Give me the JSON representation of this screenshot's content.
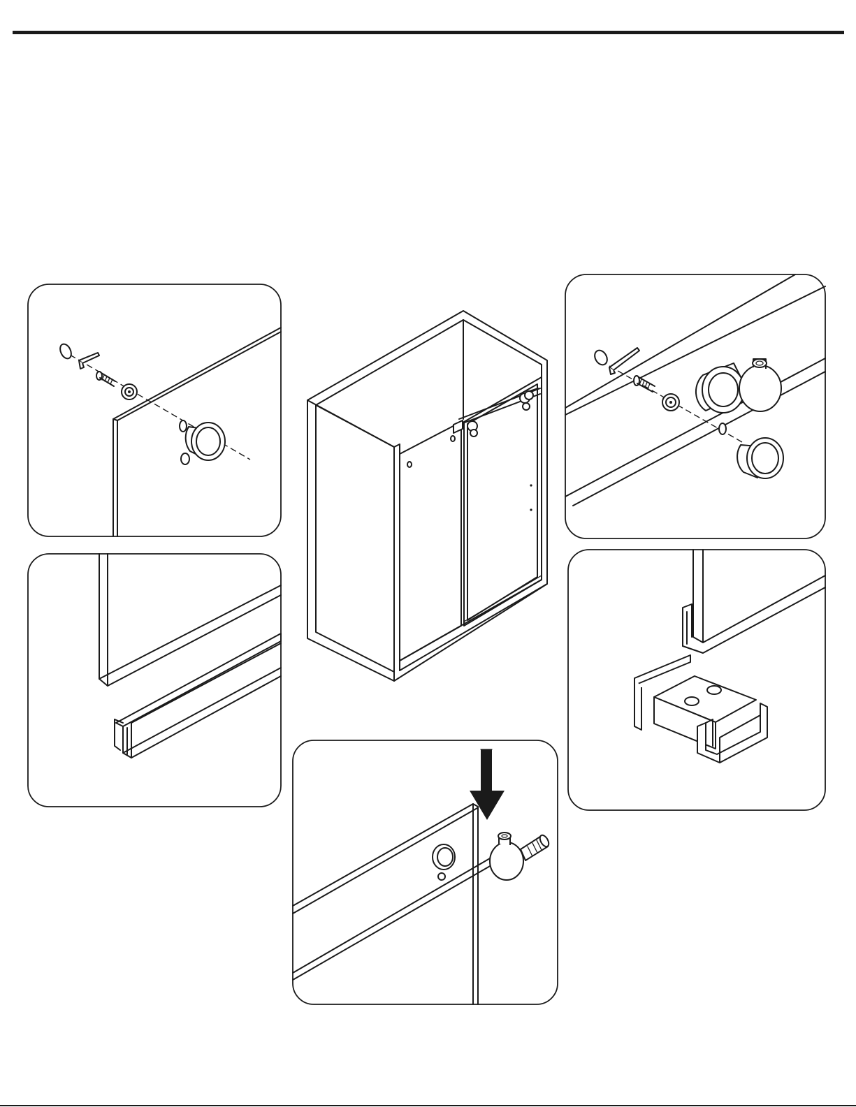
{
  "colors": {
    "line": "#1a1a1a",
    "background": "#ffffff"
  },
  "figure": {
    "main": {
      "name": "shower-enclosure"
    },
    "details": [
      {
        "id": "a",
        "name": "handle-mount-detail"
      },
      {
        "id": "b",
        "name": "roller-mount-detail"
      },
      {
        "id": "c",
        "name": "bottom-guide-rail-detail"
      },
      {
        "id": "d",
        "name": "floor-guide-detail"
      },
      {
        "id": "e",
        "name": "roller-on-bar-detail"
      }
    ]
  }
}
